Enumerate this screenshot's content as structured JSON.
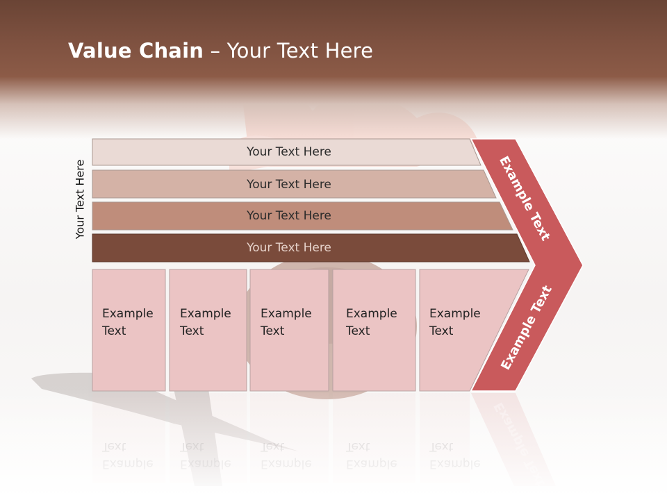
{
  "title": {
    "bold": "Value Chain",
    "rest": " – Your Text Here"
  },
  "side_label": "Your Text Here",
  "bars": [
    {
      "label": "Your Text Here",
      "color": "#eadad5"
    },
    {
      "label": "Your Text Here",
      "color": "#d4b2a6"
    },
    {
      "label": "Your Text Here",
      "color": "#bf8d7b"
    },
    {
      "label": "Your Text Here",
      "color": "#7a4b3b"
    }
  ],
  "cells": [
    {
      "line1": "Example",
      "line2": "Text"
    },
    {
      "line1": "Example",
      "line2": "Text"
    },
    {
      "line1": "Example",
      "line2": "Text"
    },
    {
      "line1": "Example",
      "line2": "Text"
    },
    {
      "line1": "Example",
      "line2": "Text"
    }
  ],
  "arrow": {
    "upper_label": "Example Text",
    "lower_label": "Example Text",
    "color": "#c95a5c"
  },
  "colors": {
    "header": "#7e5140",
    "cell_fill": "#ebc4c4",
    "cell_border": "#b8a1a1"
  }
}
